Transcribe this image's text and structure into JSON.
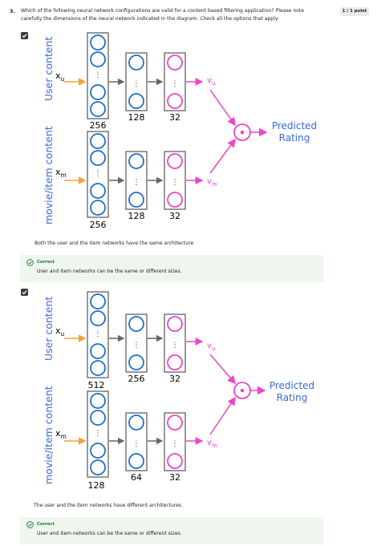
{
  "question": {
    "number": "3.",
    "text": "Which of the following neural network configurations are valid for a content based filtering application? Please note carefully the dimensions of the neural network indicated in the diagram. Check all the options that apply:",
    "points": "1 / 1 point"
  },
  "options": [
    {
      "checked": true,
      "user_label": "User content",
      "item_label": "movie/item content",
      "user_input": "x",
      "user_input_sub": "u",
      "item_input": "x",
      "item_input_sub": "m",
      "user_layers": [
        "256",
        "128",
        "32"
      ],
      "item_layers": [
        "256",
        "128",
        "32"
      ],
      "user_output": "v",
      "user_output_sub": "u",
      "item_output": "v",
      "item_output_sub": "m",
      "predicted": "Predicted",
      "rating": "Rating",
      "caption": "Both the user and the item networks have the same architecture",
      "feedback_label": "Correct",
      "feedback_text": "User and item networks can be the same or different sizes."
    },
    {
      "checked": true,
      "user_label": "User content",
      "item_label": "movie/item content",
      "user_input": "x",
      "user_input_sub": "u",
      "item_input": "x",
      "item_input_sub": "m",
      "user_layers": [
        "512",
        "256",
        "32"
      ],
      "item_layers": [
        "128",
        "64",
        "32"
      ],
      "user_output": "v",
      "user_output_sub": "u",
      "item_output": "v",
      "item_output_sub": "m",
      "predicted": "Predicted",
      "rating": "Rating",
      "caption": "The user and the item networks have different architectures",
      "feedback_label": "Correct",
      "feedback_text": "User and item networks can be the same or different sizes."
    }
  ],
  "colors": {
    "neuron_blue": "#1f6fc5",
    "neuron_pink": "#ee44c8",
    "arrow_orange": "#f2a23a",
    "label_blue": "#3a68d8",
    "correct_green": "#1b7a3b",
    "feedback_bg": "#eef6ee"
  },
  "icons": [
    "checkbox-checked-icon",
    "check-circle-icon",
    "ellipsis-icon"
  ]
}
